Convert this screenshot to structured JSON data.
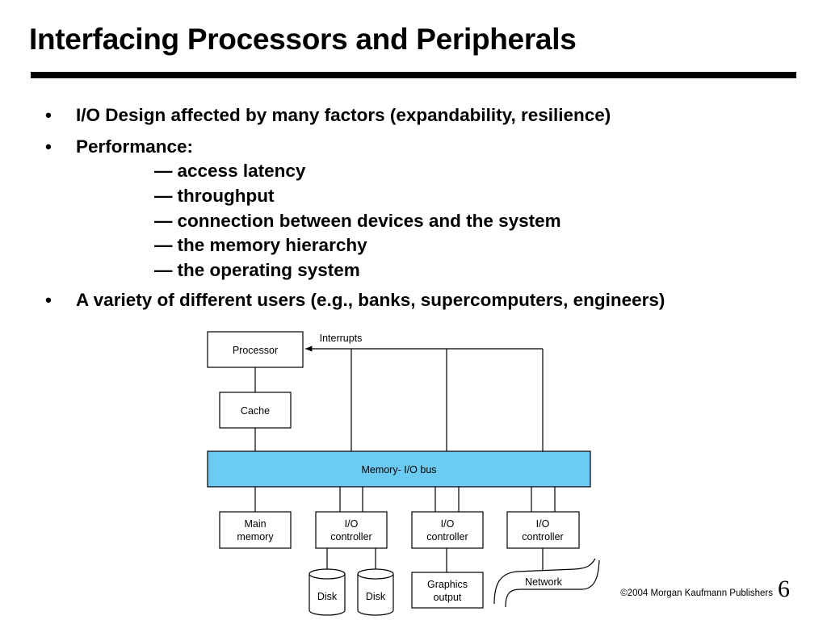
{
  "slide": {
    "title": "Interfacing Processors and Peripherals",
    "bullets": [
      {
        "marker": "•",
        "text": "I/O Design affected by many factors (expandability, resilience)"
      },
      {
        "marker": "•",
        "text": "Performance:"
      },
      {
        "marker": "•",
        "text": "A variety of different users (e.g., banks, supercomputers, engineers)"
      }
    ],
    "performance_items": [
      {
        "dash": "—",
        "text": "access latency"
      },
      {
        "dash": "—",
        "text": "throughput"
      },
      {
        "dash": "—",
        "text": "connection between devices and the system"
      },
      {
        "dash": "—",
        "text": "the memory hierarchy"
      },
      {
        "dash": "—",
        "text": "the operating system"
      }
    ]
  },
  "diagram": {
    "processor": "Processor",
    "cache": "Cache",
    "interrupts": "Interrupts",
    "bus": "Memory- I/O bus",
    "main_memory": [
      "Main",
      "memory"
    ],
    "io_controller": [
      "I/O",
      "controller"
    ],
    "disk": "Disk",
    "graphics_output": [
      "Graphics",
      "output"
    ],
    "network": "Network",
    "bus_color": "#6ccbf2"
  },
  "footer": {
    "copyright_symbol": "©",
    "copyright_text": "2004 Morgan Kaufmann Publishers",
    "page_number": "6"
  }
}
